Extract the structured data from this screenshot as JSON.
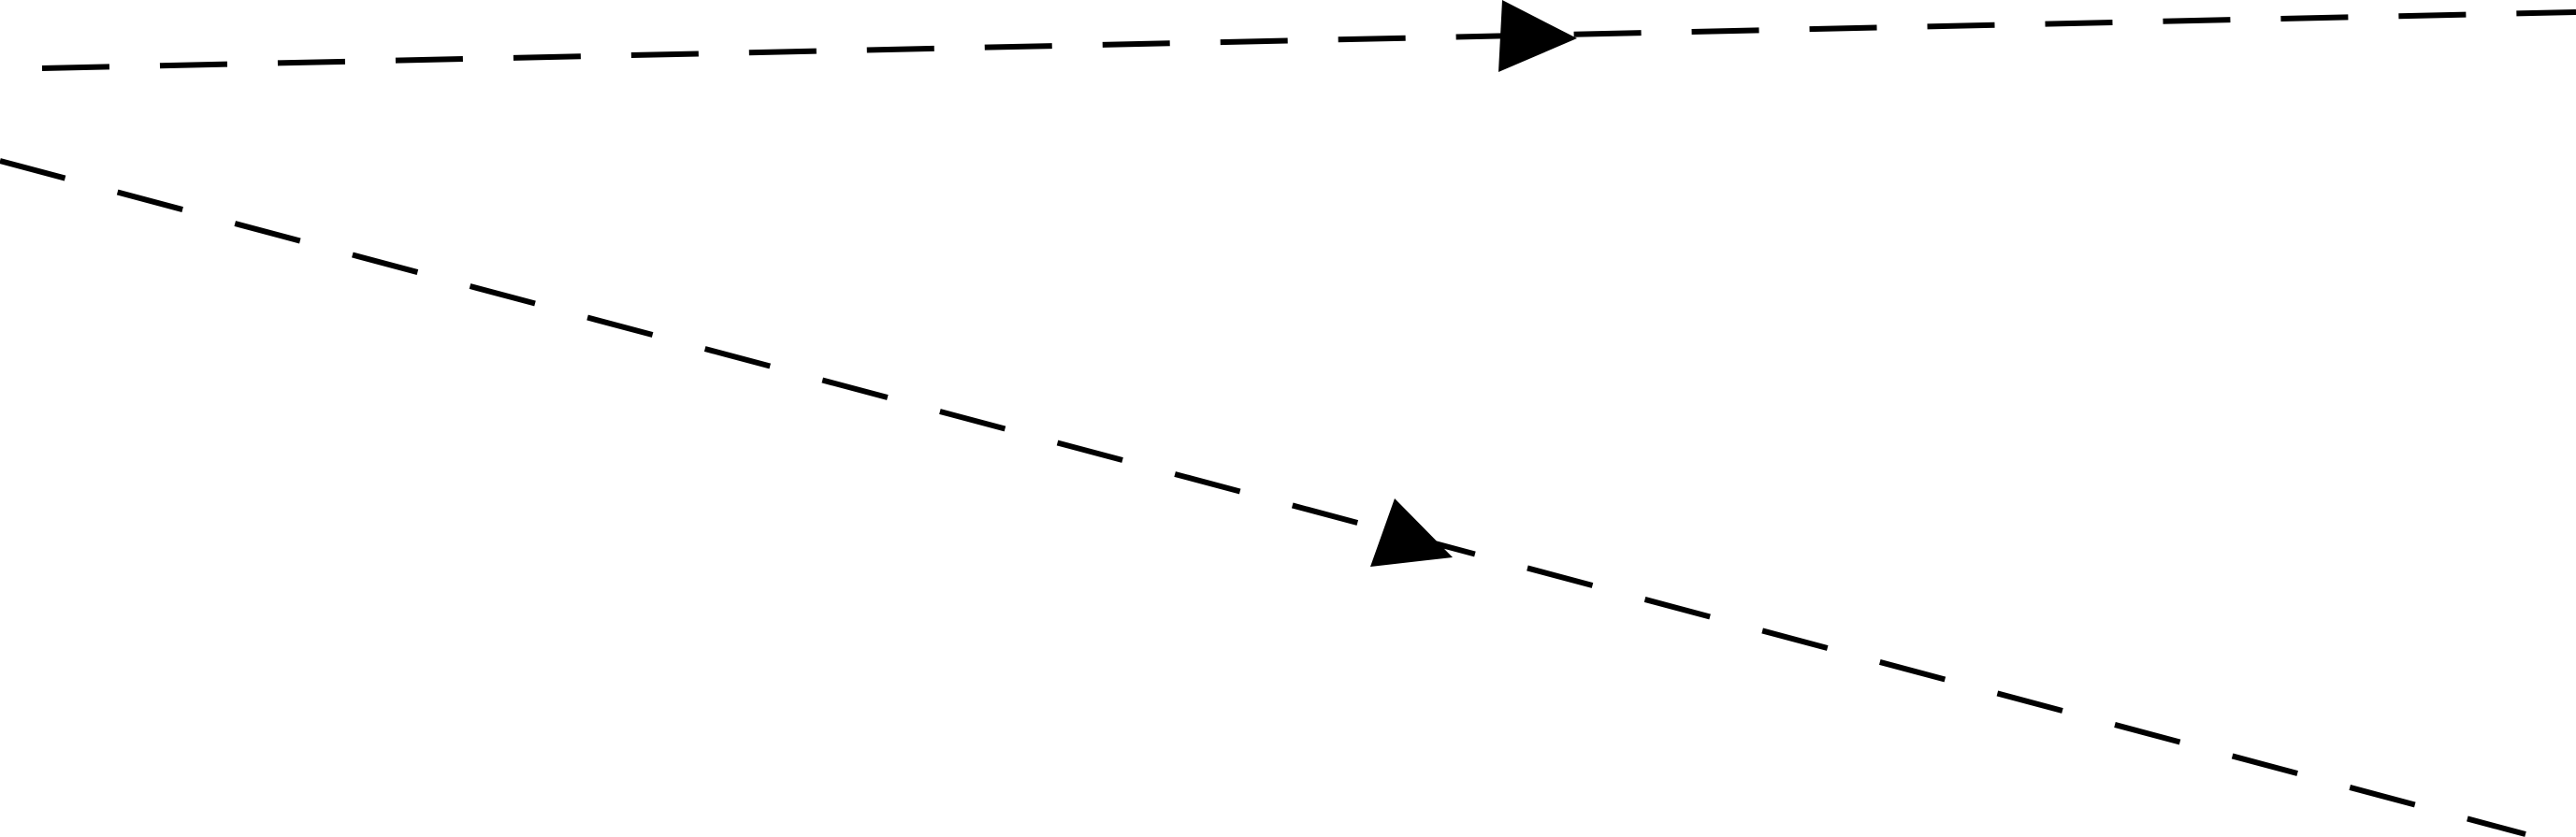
{
  "diagram": {
    "background": "#ffffff",
    "stroke_color": "#000000",
    "arrows": [
      {
        "id": "arrow-top",
        "line_style": "dashed",
        "arrowhead": "filled-triangle",
        "label": ""
      },
      {
        "id": "arrow-bottom",
        "line_style": "dashed",
        "arrowhead": "filled-triangle",
        "label": ""
      }
    ]
  }
}
